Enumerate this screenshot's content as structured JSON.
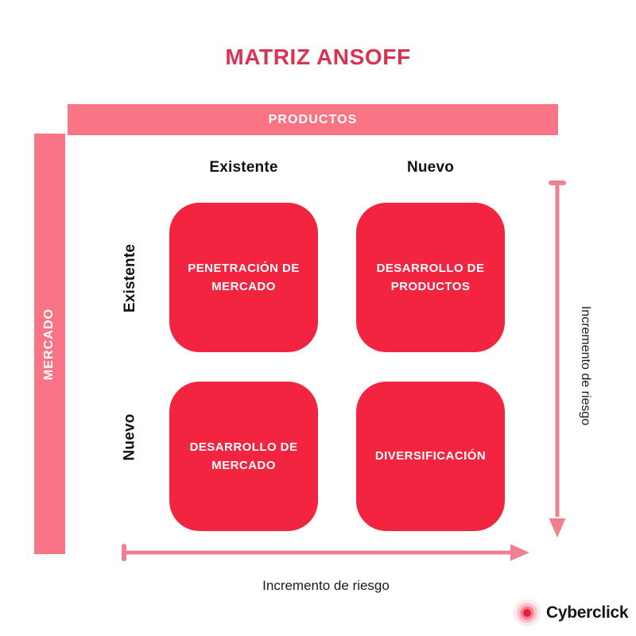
{
  "title": "MATRIZ ANSOFF",
  "colors": {
    "title": "#DA3352",
    "banner": "#F97585",
    "quadrant": "#F22440",
    "arrow": "#F08090",
    "text_dark": "#111111",
    "text_light": "#FFFFFF",
    "logo_dot": "#E8203C"
  },
  "axes": {
    "top_banner": "PRODUCTOS",
    "left_banner": "MERCADO",
    "column_headers": [
      "Existente",
      "Nuevo"
    ],
    "row_headers": [
      "Existente",
      "Nuevo"
    ],
    "vertical_arrow_label": "Incremento de riesgo",
    "horizontal_arrow_label": "Incremento de riesgo"
  },
  "quadrants": [
    {
      "id": "penetracion-de-mercado",
      "label": "PENETRACIÓN DE MERCADO",
      "row": "Existente",
      "column": "Existente"
    },
    {
      "id": "desarrollo-de-productos",
      "label": "DESARROLLO DE PRODUCTOS",
      "row": "Existente",
      "column": "Nuevo"
    },
    {
      "id": "desarrollo-de-mercado",
      "label": "DESARROLLO DE MERCADO",
      "row": "Nuevo",
      "column": "Existente"
    },
    {
      "id": "diversificacion",
      "label": "DIVERSIFICACIÓN",
      "row": "Nuevo",
      "column": "Nuevo"
    }
  ],
  "logo": {
    "text": "Cyberclick",
    "mark": "radar-dot-icon"
  }
}
